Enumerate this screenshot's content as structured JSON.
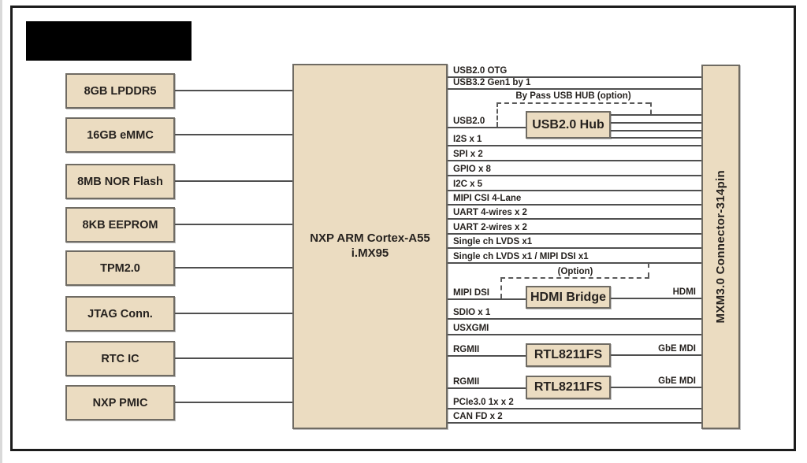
{
  "colors": {
    "box_fill": "#ebdcc1",
    "box_border": "#6f6b63",
    "line": "#4f4f4f",
    "frame": "#1c1c1c",
    "text": "#26221f"
  },
  "cpu": {
    "title": "NXP ARM Cortex-A55",
    "subtitle": "i.MX95"
  },
  "connector": {
    "label": "MXM3.0 Connector-314pin"
  },
  "left_modules": [
    {
      "label": "8GB LPDDR5"
    },
    {
      "label": "16GB eMMC"
    },
    {
      "label": "8MB NOR Flash"
    },
    {
      "label": "8KB EEPROM"
    },
    {
      "label": "TPM2.0"
    },
    {
      "label": "JTAG Conn."
    },
    {
      "label": "RTC IC"
    },
    {
      "label": "NXP PMIC"
    }
  ],
  "buses": [
    {
      "label": "USB2.0 OTG"
    },
    {
      "label": "USB3.2 Gen1 by 1"
    },
    {
      "label": "I2S x 1"
    },
    {
      "label": "SPI x 2"
    },
    {
      "label": "GPIO x 8"
    },
    {
      "label": "I2C x 5"
    },
    {
      "label": "MIPI CSI 4-Lane"
    },
    {
      "label": "UART 4-wires x 2"
    },
    {
      "label": "UART 2-wires x 2"
    },
    {
      "label": "Single ch LVDS x1"
    },
    {
      "label": "Single ch LVDS x1 / MIPI DSI x1"
    },
    {
      "label": "SDIO x 1"
    },
    {
      "label": "USXGMI"
    },
    {
      "label": "PCIe3.0 1x x 2"
    },
    {
      "label": "CAN FD x 2"
    }
  ],
  "usb_hub": {
    "chip": "USB2.0 Hub",
    "input": "USB2.0",
    "bypass": "By Pass USB HUB (option)"
  },
  "hdmi_bridge": {
    "chip": "HDMI Bridge",
    "input": "MIPI DSI",
    "output": "HDMI",
    "option": "(Option)"
  },
  "phy1": {
    "chip": "RTL8211FS",
    "input": "RGMII",
    "output": "GbE MDI"
  },
  "phy2": {
    "chip": "RTL8211FS",
    "input": "RGMII",
    "output": "GbE MDI"
  }
}
